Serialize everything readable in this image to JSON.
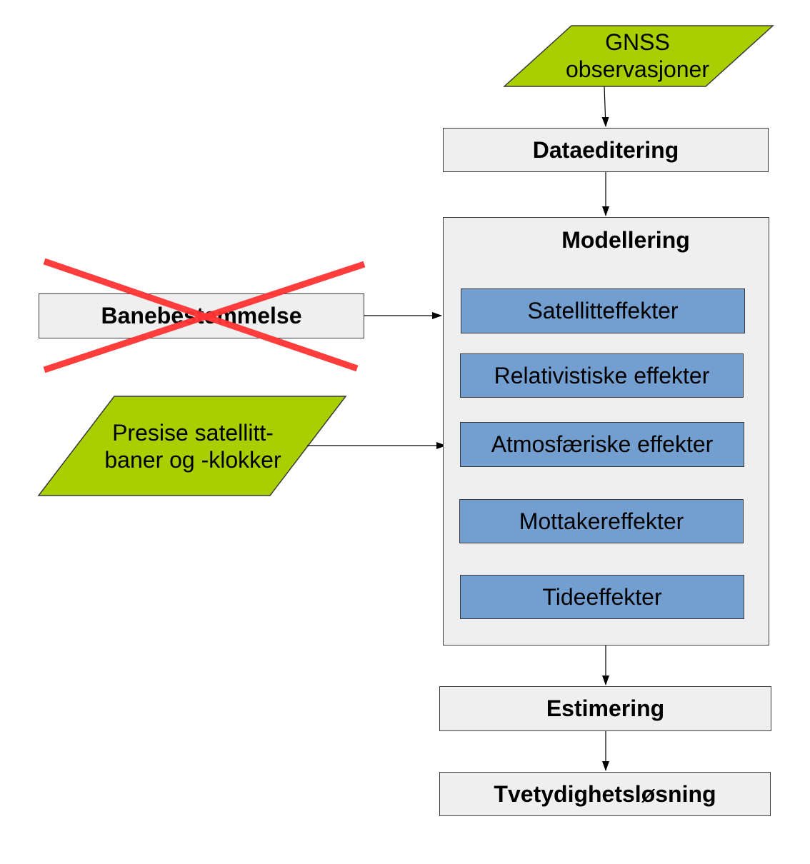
{
  "inputs": {
    "gnss": "GNSS\nobservasjoner",
    "precise": "Presise satellitt-\nbaner og -klokker"
  },
  "steps": {
    "dataediting": "Dataeditering",
    "modelling": "Modellering",
    "orbit": "Banebestemmelse",
    "estimation": "Estimering",
    "ambiguity": "Tvetydighetsløsning"
  },
  "effects": [
    "Satellitteffekter",
    "Relativistiske effekter",
    "Atmosfæriske effekter",
    "Mottakereffekter",
    "Tideeffekter"
  ],
  "colors": {
    "parallelogram": "#aacf00",
    "process_box": "#efefef",
    "effect_box": "#729fcf",
    "cross": "#ff3333"
  }
}
